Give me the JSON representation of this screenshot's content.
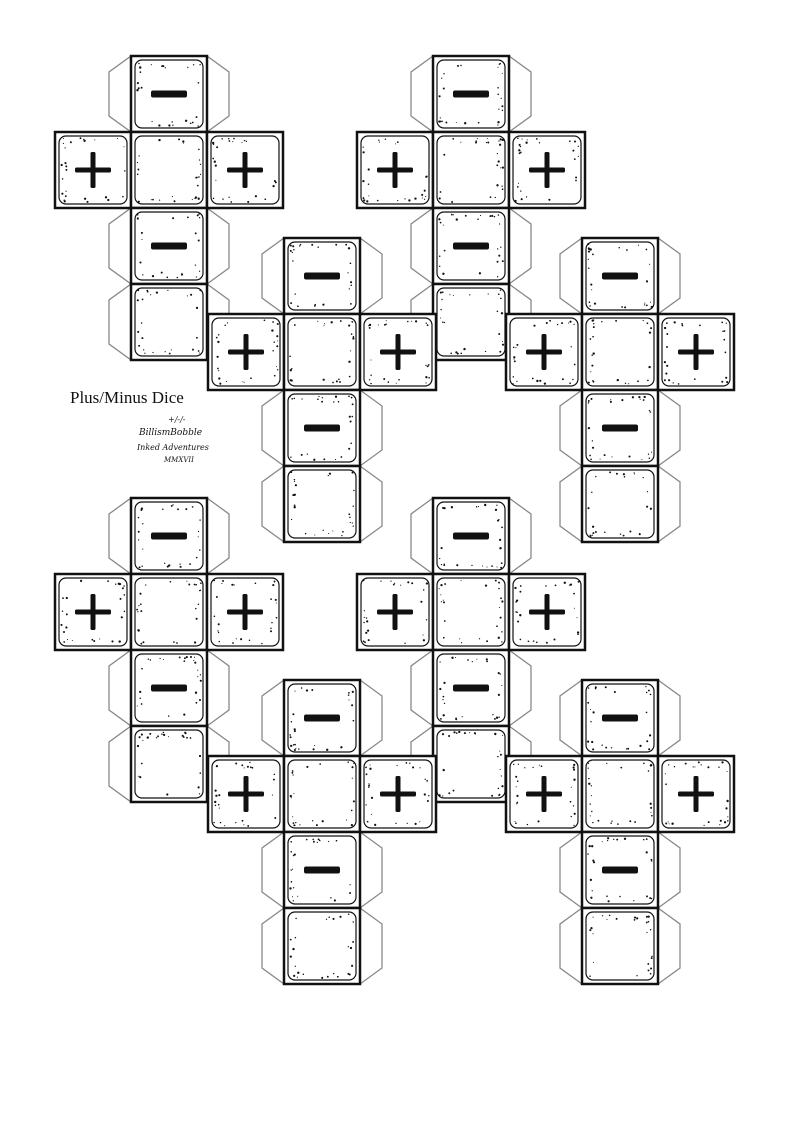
{
  "sheet": {
    "title": "Plus/Minus Dice",
    "symbols": "+/-/-",
    "author": "BillismBobble",
    "publisher": "Inked Adventures",
    "year": "MMXVII"
  },
  "dice_count": 8,
  "face_symbols": {
    "top": "−",
    "left": "+",
    "center": "",
    "right": "+",
    "lower": "−",
    "bottom": ""
  },
  "colors": {
    "ink": "#111111",
    "tab_outline": "#888888",
    "face_fill": "#ffffff"
  }
}
